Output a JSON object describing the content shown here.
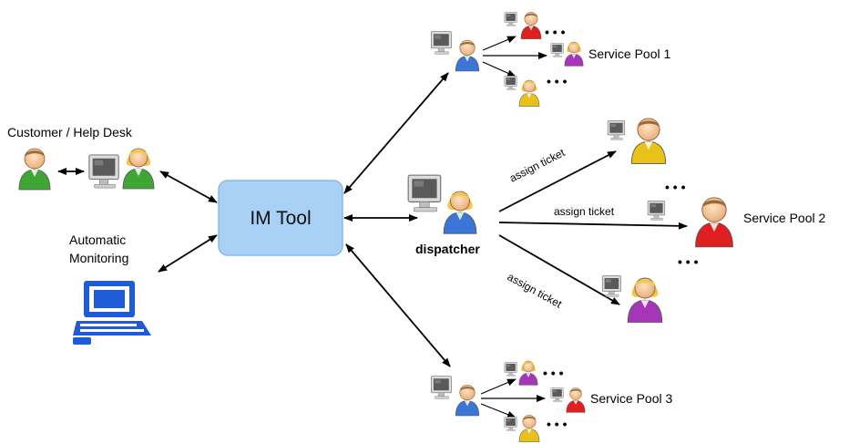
{
  "labels": {
    "customer": "Customer / Help Desk",
    "automatic_line1": "Automatic",
    "automatic_line2": "Monitoring",
    "im_tool": "IM Tool",
    "dispatcher": "dispatcher",
    "assign_ticket": "assign ticket",
    "service_pool_1": "Service Pool 1",
    "service_pool_2": "Service Pool 2",
    "service_pool_3": "Service Pool 3"
  },
  "colors": {
    "im_tool_fill": "#a9d0f5",
    "green": "#3fa535",
    "yellow": "#e8c21a",
    "red": "#e02020",
    "purple": "#a636b8",
    "blue": "#3b76d6",
    "monitor_blue": "#1e5bd6"
  }
}
